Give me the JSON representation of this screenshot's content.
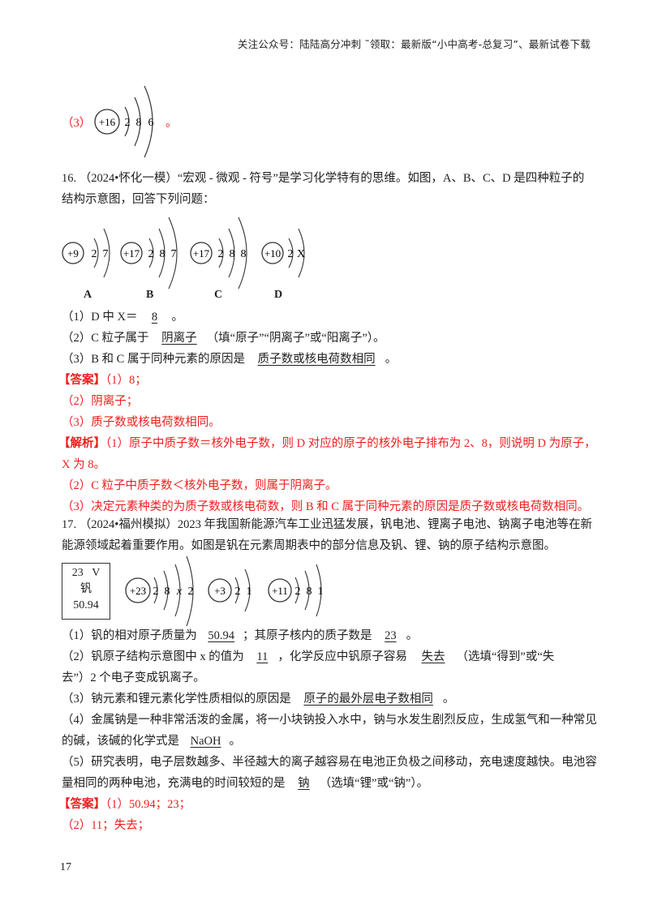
{
  "header": {
    "text": "关注公众号：陆陆高分冲刺  ˜领取：最新版“小中高考-总复习”、最新试卷下载"
  },
  "top_item": {
    "label": "（3）",
    "diagram": {
      "nucleus": "+16",
      "shells": [
        "2",
        "8",
        "6"
      ]
    },
    "end": "。"
  },
  "q16": {
    "line1": "16. （2024•怀化一模）“宏观 - 微观 - 符号”是学习化学特有的思维。如图，A、B、C、D 是四种粒子的",
    "line2": "结构示意图，回答下列问题：",
    "particles": [
      {
        "label": "A",
        "nucleus": "+9",
        "shells": [
          "2",
          "7"
        ]
      },
      {
        "label": "B",
        "nucleus": "+17",
        "shells": [
          "2",
          "8",
          "7"
        ]
      },
      {
        "label": "C",
        "nucleus": "+17",
        "shells": [
          "2",
          "8",
          "8"
        ]
      },
      {
        "label": "D",
        "nucleus": "+10",
        "shells": [
          "2",
          "X"
        ]
      }
    ],
    "sub1_pre": "（1）D 中 X＝",
    "sub1_ans": "8",
    "sub1_post": "。",
    "sub2_pre": "（2）C 粒子属于 ",
    "sub2_ans": "阴离子",
    "sub2_post": "（填“原子”“阴离子”或“阳离子”）。",
    "sub3_pre": "（3）B 和 C 属于同种元素的原因是 ",
    "sub3_ans": "质子数或核电荷数相同",
    "sub3_post": "。",
    "answer_tag": "【答案】",
    "answer1": "（1）8；",
    "answer2": "（2）阴离子；",
    "answer3": "（3）质子数或核电荷数相同。",
    "analysis_tag": "【解析】",
    "analysis1a": "（1）原子中质子数＝核外电子数，则 D 对应的原子的核外电子排布为 2、8，则说明 D 为原子，",
    "analysis1b": "X 为 8。",
    "analysis2": "（2）C 粒子中质子数＜核外电子数，则属于阴离子。",
    "analysis3": "（3）决定元素种类的为质子数或核电荷数，则 B 和 C 属于同种元素的原因是质子数或核电荷数相同。"
  },
  "q17": {
    "line1": "17. （2024•福州模拟）2023 年我国新能源汽车工业迅猛发展，钒电池、锂离子电池、钠离子电池等在新",
    "line2": "能源领域起着重要作用。如图是钒在元素周期表中的部分信息及钒、锂、钠的原子结构示意图。",
    "element_card": {
      "number": "23",
      "symbol": "V",
      "name": "钒",
      "mass": "50.94"
    },
    "atoms": [
      {
        "nucleus": "+23",
        "shells": [
          "2",
          "8",
          "x",
          "2"
        ]
      },
      {
        "nucleus": "+3",
        "shells": [
          "2",
          "1"
        ]
      },
      {
        "nucleus": "+11",
        "shells": [
          "2",
          "8",
          "1"
        ]
      }
    ],
    "sub1_pre": "（1）钒的相对原子质量为 ",
    "sub1_ans_a": "50.94",
    "sub1_mid": "；其原子核内的质子数是 ",
    "sub1_ans_b": "23",
    "sub1_post": "。",
    "sub2_pre": "（2）钒原子结构示意图中 x 的值为 ",
    "sub2_ans_a": "11",
    "sub2_mid": "，化学反应中钒原子容易 ",
    "sub2_ans_b": "失去",
    "sub2_post": "（选填“得到”或“失",
    "sub2_line2": "去”）2 个电子变成钒离子。",
    "sub3_pre": "（3）钠元素和锂元素化学性质相似的原因是 ",
    "sub3_ans": "原子的最外层电子数相同",
    "sub3_post": "。",
    "sub4_line1": "（4）金属钠是一种非常活泼的金属，将一小块钠投入水中，钠与水发生剧烈反应，生成氢气和一种常见",
    "sub4_pre": "的碱，该碱的化学式是 ",
    "sub4_ans": "NaOH",
    "sub4_post": "。",
    "sub5_line1": "（5）研究表明，电子层数越多、半径越大的离子越容易在电池正负极之间移动，充电速度越快。电池容",
    "sub5_pre": "量相同的两种电池，充满电的时间较短的是 ",
    "sub5_ans": "钠",
    "sub5_post": "（选填“锂”或“钠”）。",
    "answer_tag": "【答案】",
    "answer1": "（1）50.94；23；",
    "answer2": "（2）11；失去；"
  },
  "page_number": "17",
  "colors": {
    "answer_red": "#f01e1e",
    "text": "#222222"
  }
}
